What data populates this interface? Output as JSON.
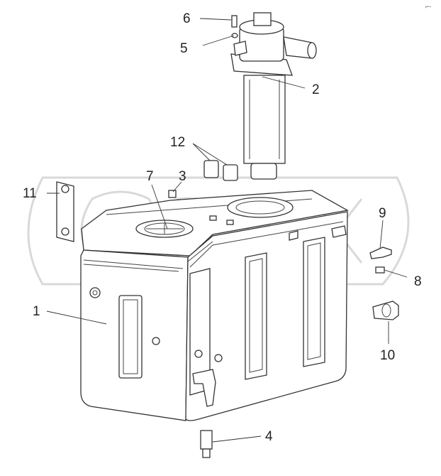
{
  "figure": {
    "labels": [
      "1",
      "2",
      "3",
      "4",
      "5",
      "6",
      "7",
      "8",
      "9",
      "10",
      "11",
      "12"
    ],
    "corner_mark": "⌐-",
    "watermark": "OPEX"
  }
}
